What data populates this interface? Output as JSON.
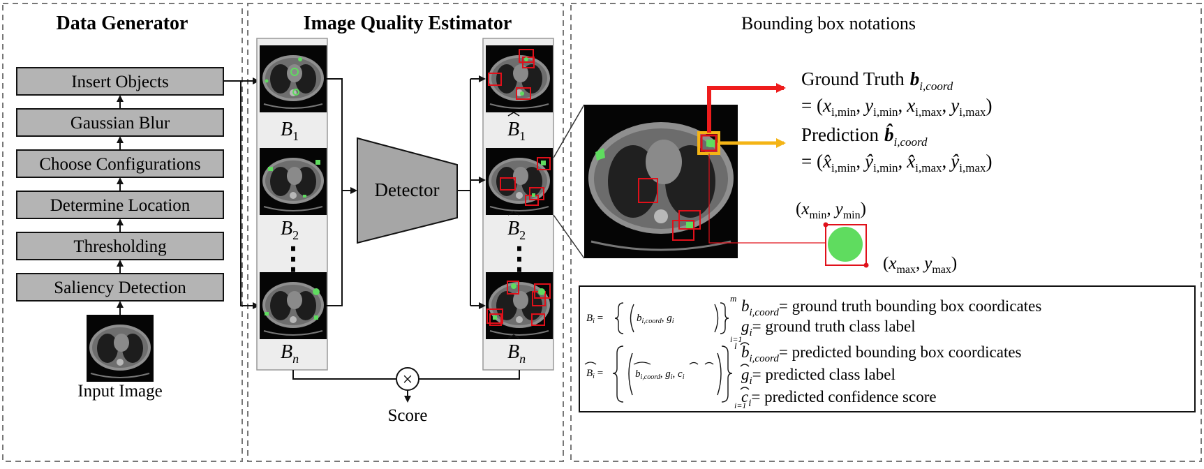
{
  "panels": {
    "generator": {
      "title": "Data Generator",
      "steps": [
        "Insert Objects",
        "Gaussian Blur",
        "Choose Configurations",
        "Determine Location",
        "Thresholding",
        "Saliency Detection"
      ],
      "input_label": "Input Image"
    },
    "estimator": {
      "title": "Image Quality Estimator",
      "left_labels": [
        "B",
        "B",
        "B"
      ],
      "left_subscripts": [
        "1",
        "2",
        "n"
      ],
      "right_subscripts": [
        "1",
        "2",
        "n"
      ],
      "detector_label": "Detector",
      "score_label": "Score",
      "multiply_symbol": "×",
      "ellipsis": "⋮"
    },
    "notation": {
      "title": "Bounding box notations",
      "gt_label": "Ground Truth",
      "gt_symbol": "b",
      "sub_coord": "i,coord",
      "gt_eq_prefix": "= (",
      "gt_eq_terms": [
        "x",
        "y",
        "x",
        "y"
      ],
      "eq_subs": [
        "i,min",
        "i,min",
        "i,max",
        "i,max"
      ],
      "pred_label": "Prediction",
      "pred_symbol": "b̂",
      "pred_eq_terms": [
        "x̂",
        "ŷ",
        "x̂",
        "ŷ"
      ],
      "corner_min": [
        "x",
        "min",
        "y",
        "min"
      ],
      "corner_max": [
        "x",
        "max",
        "y",
        "max"
      ],
      "comma": ",",
      "paren_open": "(",
      "paren_close": ")"
    },
    "legend": {
      "B_def": "B",
      "B_sub": "i",
      "B_hat_sub": "i",
      "sup_m": "m",
      "sup_l": "l",
      "sub_range": "i=1",
      "lines": [
        {
          "sym": "b",
          "sub": "i,coord",
          "text": "= ground truth bounding box coordicates"
        },
        {
          "sym": "g",
          "sub": "i",
          "text": "= ground truth class label"
        },
        {
          "sym": "b",
          "sub": "i,coord",
          "text": "= predicted bounding box coordicates"
        },
        {
          "sym": "g",
          "sub": "i",
          "text": "= predicted class label"
        },
        {
          "sym": "c",
          "sub": "i",
          "text": "= predicted confidence score"
        }
      ]
    }
  },
  "colors": {
    "step_fill": "#b4b4b4",
    "column_fill": "#ededed",
    "detector_fill": "#a6a6a6",
    "gt_arrow": "#ee1c1c",
    "pred_arrow": "#f4b416",
    "object": "#5fdc5f",
    "box": "#e0101a"
  }
}
